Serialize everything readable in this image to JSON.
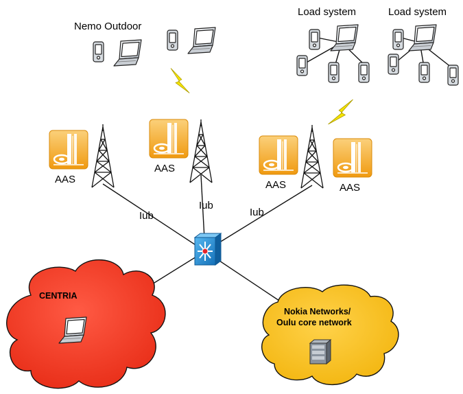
{
  "groups": {
    "nemo": "Nemo Outdoor",
    "load1": "Load system",
    "load2": "Load system"
  },
  "aas_label": "AAS",
  "iub_label": "Iub",
  "clouds": {
    "centria": "CENTRIA",
    "nokia_line1": "Nokia Networks/",
    "nokia_line2": "Oulu core network"
  },
  "colors": {
    "centria_cloud": "#f03c28",
    "nokia_cloud": "#f8c020",
    "aas_icon": "#f4a820",
    "switch": "#1f8fd6",
    "lightning": "#f6e400"
  }
}
